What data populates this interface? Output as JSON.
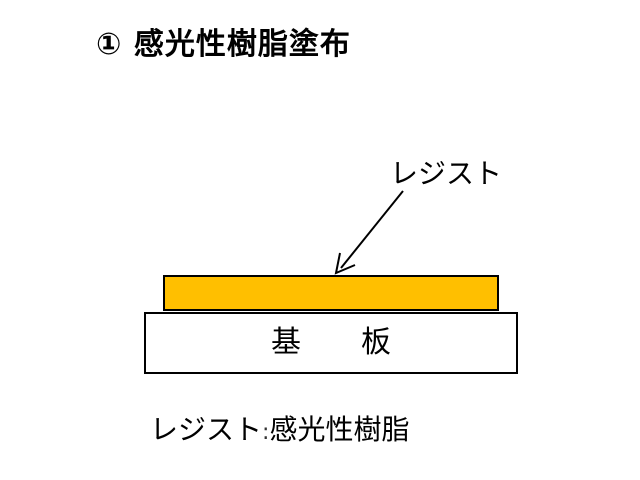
{
  "title": "① 感光性樹脂塗布",
  "diagram": {
    "resist_label": "レジスト",
    "substrate_label": "基　　板",
    "caption": {
      "term": "レジスト",
      "separator": ":",
      "definition": "感光性樹脂"
    }
  },
  "colors": {
    "resist": "#ffbf00",
    "substrate": "#ffffff",
    "outline": "#000000"
  }
}
